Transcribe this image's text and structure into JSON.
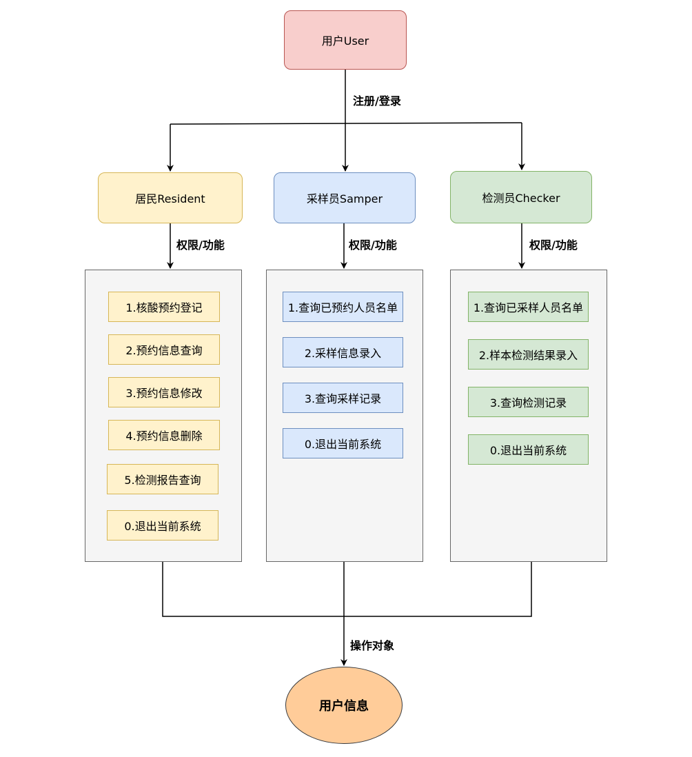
{
  "user_box": {
    "label": "用户User"
  },
  "register_label": "注册/登录",
  "roles": [
    {
      "title": "居民Resident",
      "perm_label": "权限/功能",
      "items": [
        "1.核酸预约登记",
        "2.预约信息查询",
        "3.预约信息修改",
        "4.预约信息删除",
        "5.检测报告查询",
        "0.退出当前系统"
      ]
    },
    {
      "title": "采样员Samper",
      "perm_label": "权限/功能",
      "items": [
        "1.查询已预约人员名单",
        "2.采样信息录入",
        "3.查询采样记录",
        "0.退出当前系统"
      ]
    },
    {
      "title": "检测员Checker",
      "perm_label": "权限/功能",
      "items": [
        "1.查询已采样人员名单",
        "2.样本检测结果录入",
        "3.查询检测记录",
        "0.退出当前系统"
      ]
    }
  ],
  "operate_label": "操作对象",
  "target": {
    "label": "用户信息"
  },
  "colors": {
    "user_fill": "#f8cecc",
    "resident_fill": "#fff2cc",
    "samper_fill": "#dae8fc",
    "checker_fill": "#d5e8d4",
    "panel_fill": "#f5f5f5",
    "target_fill": "#ffcc99"
  }
}
